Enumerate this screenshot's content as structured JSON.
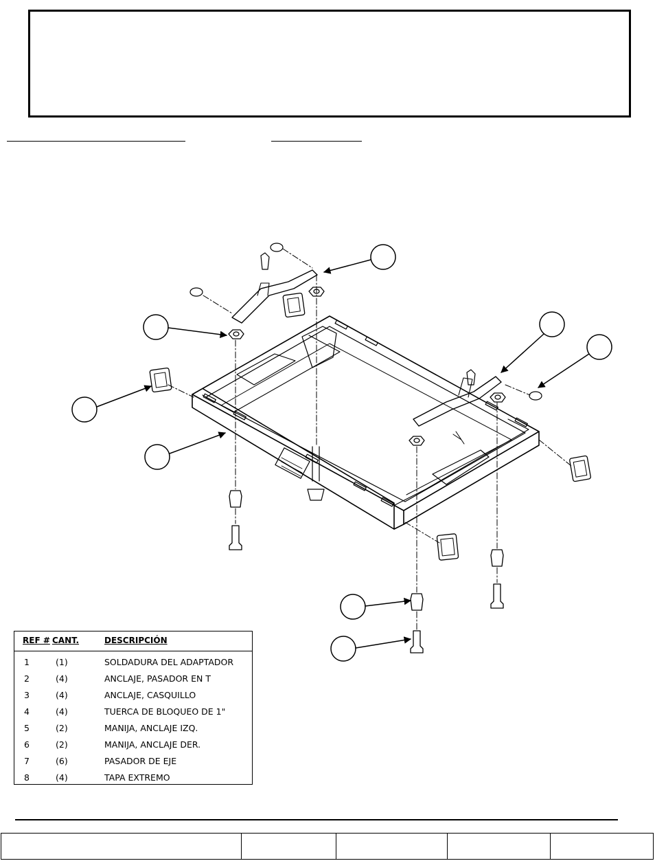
{
  "parts_table": {
    "headers": {
      "ref": "REF #",
      "qty": "CANT.",
      "desc": "DESCRIPCIÓN"
    },
    "rows": [
      {
        "ref": "1",
        "qty": "(1)",
        "desc": "SOLDADURA DEL ADAPTADOR"
      },
      {
        "ref": "2",
        "qty": "(4)",
        "desc": "ANCLAJE, PASADOR EN T"
      },
      {
        "ref": "3",
        "qty": "(4)",
        "desc": "ANCLAJE, CASQUILLO"
      },
      {
        "ref": "4",
        "qty": "(4)",
        "desc": "TUERCA DE BLOQUEO DE 1\""
      },
      {
        "ref": "5",
        "qty": "(2)",
        "desc": "MANIJA, ANCLAJE IZQ."
      },
      {
        "ref": "6",
        "qty": "(2)",
        "desc": "MANIJA, ANCLAJE DER."
      },
      {
        "ref": "7",
        "qty": "(6)",
        "desc": "PASADOR DE EJE"
      },
      {
        "ref": "8",
        "qty": "(4)",
        "desc": "TAPA EXTREMO"
      }
    ]
  },
  "colors": {
    "ink": "#000000",
    "paper": "#ffffff",
    "hatch": "#7a7a7a"
  }
}
